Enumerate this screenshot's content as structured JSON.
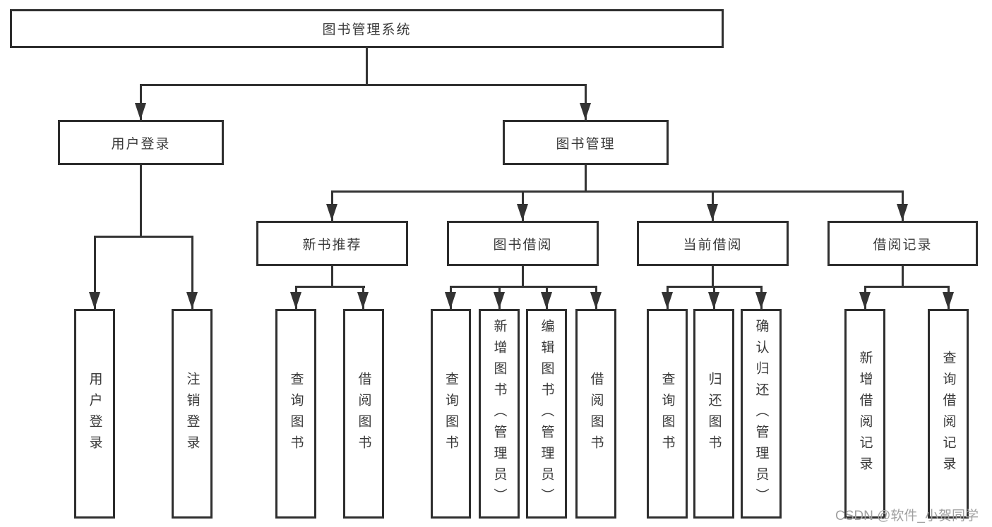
{
  "diagram": {
    "tree": {
      "label": "图书管理系统",
      "children": [
        {
          "label": "用户登录",
          "children": [
            {
              "label": "用户登录"
            },
            {
              "label": "注销登录"
            }
          ]
        },
        {
          "label": "图书管理",
          "children": [
            {
              "label": "新书推荐",
              "children": [
                {
                  "label": "查询图书"
                },
                {
                  "label": "借阅图书"
                }
              ]
            },
            {
              "label": "图书借阅",
              "children": [
                {
                  "label": "查询图书"
                },
                {
                  "label": "新增图书（管理员）"
                },
                {
                  "label": "编辑图书（管理员）"
                },
                {
                  "label": "借阅图书"
                }
              ]
            },
            {
              "label": "当前借阅",
              "children": [
                {
                  "label": "查询图书"
                },
                {
                  "label": "归还图书"
                },
                {
                  "label": "确认归还（管理员）"
                }
              ]
            },
            {
              "label": "借阅记录",
              "children": [
                {
                  "label": "新增借阅记录"
                },
                {
                  "label": "查询借阅记录"
                }
              ]
            }
          ]
        }
      ]
    }
  },
  "watermark": {
    "text": "CSDN @软件_小贺同学"
  },
  "colors": {
    "background": "#ffffff",
    "box_border": "#2e2e2e",
    "connector_line": "#333333",
    "text": "#3a3a3a",
    "watermark_text": "#a0a0a0"
  }
}
